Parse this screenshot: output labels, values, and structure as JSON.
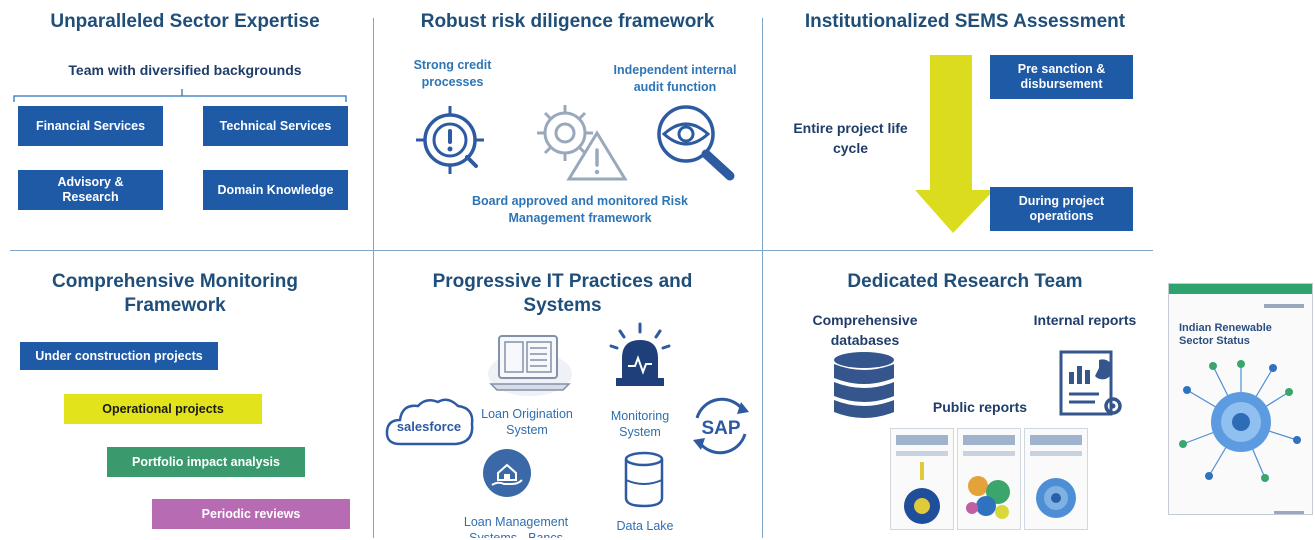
{
  "panels": {
    "sector": {
      "title": "Unparalleled Sector Expertise",
      "subtitle": "Team with diversified backgrounds",
      "boxes": [
        "Financial Services",
        "Technical Services",
        "Advisory & Research",
        "Domain Knowledge"
      ]
    },
    "risk": {
      "title": "Robust risk diligence framework",
      "label_credit": "Strong credit processes",
      "label_audit": "Independent internal audit function",
      "label_board": "Board approved and monitored Risk Management framework"
    },
    "sems": {
      "title": "Institutionalized SEMS Assessment",
      "lifecycle": "Entire project life cycle",
      "box_top": "Pre sanction & disbursement",
      "box_bottom": "During project operations"
    },
    "monitoring": {
      "title": "Comprehensive Monitoring Framework",
      "steps": [
        {
          "label": "Under construction projects",
          "color": "#1f5aa6"
        },
        {
          "label": "Operational projects",
          "color": "#e2e31a"
        },
        {
          "label": "Portfolio impact analysis",
          "color": "#3a9a6e"
        },
        {
          "label": "Periodic reviews",
          "color": "#b66bb3"
        }
      ]
    },
    "it": {
      "title": "Progressive IT Practices and Systems",
      "salesforce": "salesforce",
      "sap": "SAP",
      "loan_origination": "Loan Origination System",
      "monitoring_system": "Monitoring System",
      "loan_management": "Loan Management Systems - Bancs",
      "data_lake": "Data Lake"
    },
    "research": {
      "title": "Dedicated Research Team",
      "databases": "Comprehensive databases",
      "internal": "Internal reports",
      "public": "Public reports",
      "cover_title": "Indian Renewable Sector Status"
    }
  },
  "colors": {
    "title": "#1f4e79",
    "box_blue": "#1f5aa6",
    "arrow_yellow": "#dcdc1e",
    "divider": "#7fa6c8"
  }
}
